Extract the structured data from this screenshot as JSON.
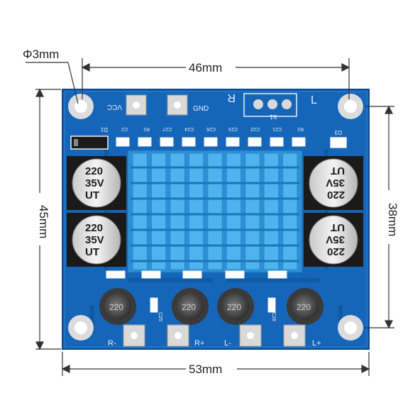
{
  "dimensions": {
    "hole_diameter": "Φ3mm",
    "top_width": "46mm",
    "left_height": "45mm",
    "right_height": "38mm",
    "bottom_width": "53mm"
  },
  "board_labels": {
    "vcc": "VCC",
    "gnd": "GND",
    "r_channel": "R",
    "l_channel": "L",
    "pot": "b1",
    "d1": "D1",
    "d3": "D3",
    "r_minus": "R-",
    "r_plus": "R+",
    "l_minus": "L-",
    "l_plus": "L+",
    "silk_row": [
      "C2",
      "R1",
      "C27",
      "C24",
      "C26",
      "C23",
      "C22",
      "C21",
      "R2"
    ],
    "c25": "C25",
    "c28": "C28"
  },
  "capacitors": [
    {
      "line1": "220",
      "line2": "35V",
      "line3": "UT"
    },
    {
      "line1": "220",
      "line2": "35V",
      "line3": "UT"
    },
    {
      "line1": "220",
      "line2": "35V",
      "line3": "UT"
    },
    {
      "line1": "220",
      "line2": "35V",
      "line3": "UT"
    }
  ],
  "inductors": [
    "220",
    "220",
    "220",
    "220"
  ],
  "colors": {
    "pcb": "#1565b8",
    "pcb_dark": "#0d4a8a",
    "heatsink": "#3aa0e6",
    "pad": "#d9d9d9"
  }
}
